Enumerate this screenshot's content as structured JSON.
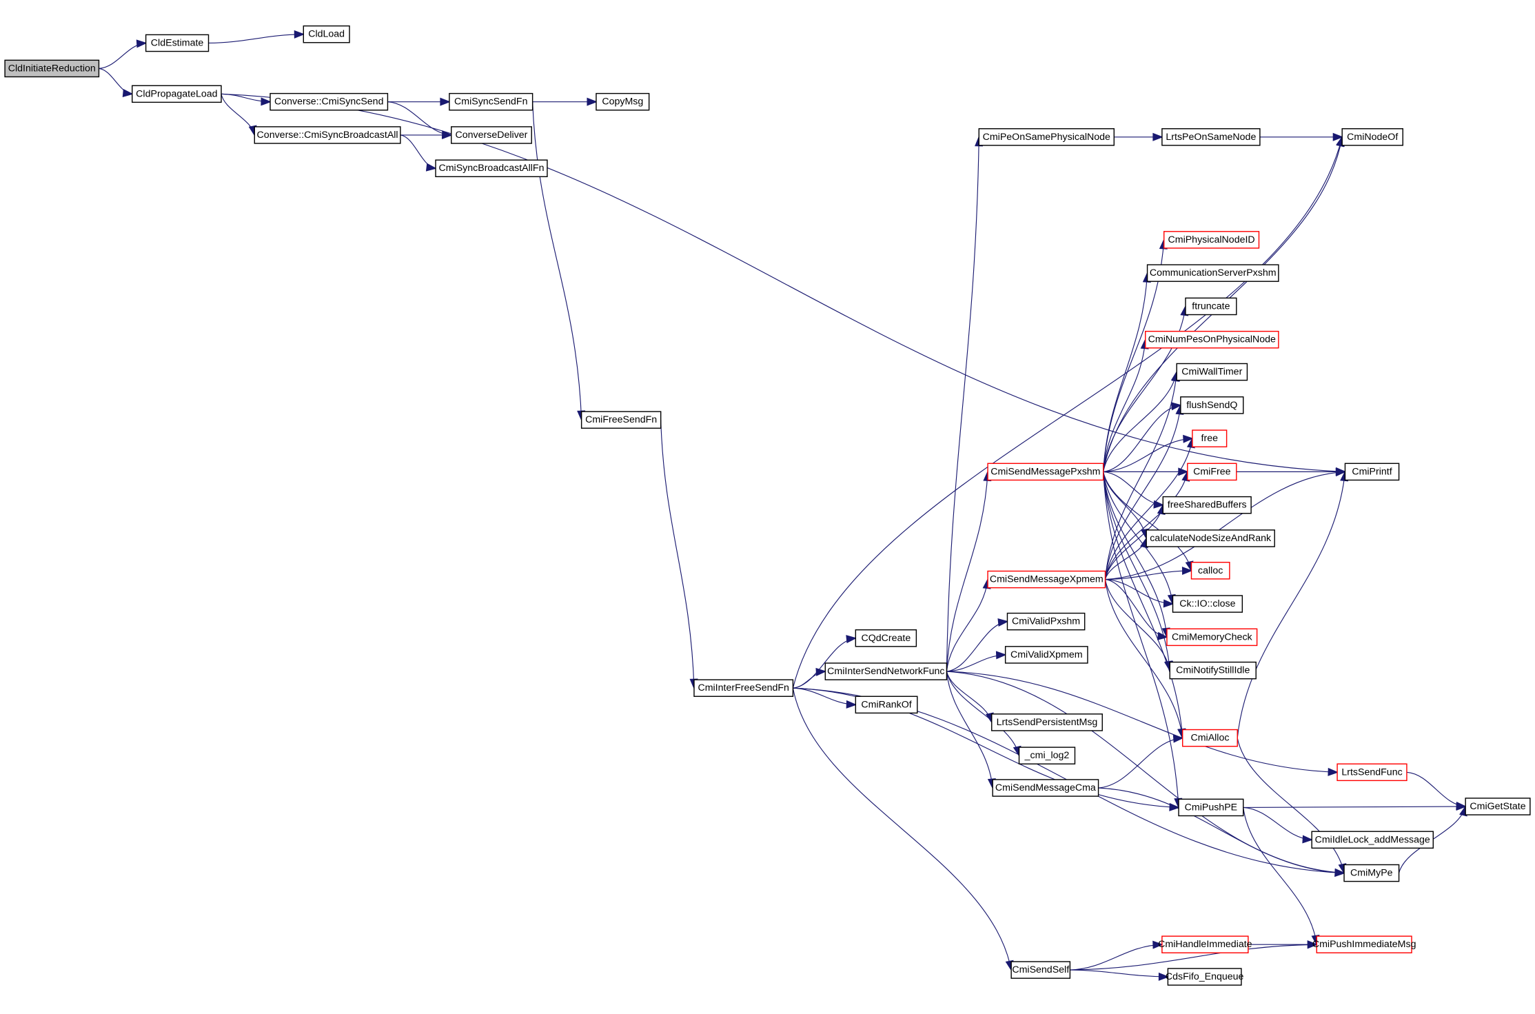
{
  "title": "Call graph for CldInitiateReduction",
  "colors": {
    "edge": "#191970",
    "node_border": "#000000",
    "truncated_border": "#ff0000",
    "root_fill": "#bfbfbf"
  },
  "nodes": [
    {
      "id": "CldInitiateReduction",
      "label": "CldInitiateReduction",
      "style": "root"
    },
    {
      "id": "CldEstimate",
      "label": "CldEstimate",
      "style": "normal"
    },
    {
      "id": "CldLoad",
      "label": "CldLoad",
      "style": "normal"
    },
    {
      "id": "CldPropagateLoad",
      "label": "CldPropagateLoad",
      "style": "normal"
    },
    {
      "id": "ConverseCmiSyncSend",
      "label": "Converse::CmiSyncSend",
      "style": "normal"
    },
    {
      "id": "CmiSyncSendFn",
      "label": "CmiSyncSendFn",
      "style": "normal"
    },
    {
      "id": "CopyMsg",
      "label": "CopyMsg",
      "style": "normal"
    },
    {
      "id": "ConverseCmiSyncBroadcastAll",
      "label": "Converse::CmiSyncBroadcastAll",
      "style": "normal"
    },
    {
      "id": "ConverseDeliver",
      "label": "ConverseDeliver",
      "style": "normal"
    },
    {
      "id": "CmiSyncBroadcastAllFn",
      "label": "CmiSyncBroadcastAllFn",
      "style": "normal"
    },
    {
      "id": "CmiFreeSendFn",
      "label": "CmiFreeSendFn",
      "style": "normal"
    },
    {
      "id": "CmiInterFreeSendFn",
      "label": "CmiInterFreeSendFn",
      "style": "normal"
    },
    {
      "id": "CQdCreate",
      "label": "CQdCreate",
      "style": "normal"
    },
    {
      "id": "CmiInterSendNetworkFunc",
      "label": "CmiInterSendNetworkFunc",
      "style": "normal"
    },
    {
      "id": "CmiRankOf",
      "label": "CmiRankOf",
      "style": "normal"
    },
    {
      "id": "CmiPeOnSamePhysicalNode",
      "label": "CmiPeOnSamePhysicalNode",
      "style": "normal"
    },
    {
      "id": "LrtsPeOnSameNode",
      "label": "LrtsPeOnSameNode",
      "style": "normal"
    },
    {
      "id": "CmiNodeOf",
      "label": "CmiNodeOf",
      "style": "normal"
    },
    {
      "id": "CmiPhysicalNodeID",
      "label": "CmiPhysicalNodeID",
      "style": "truncated"
    },
    {
      "id": "CommunicationServerPxshm",
      "label": "CommunicationServerPxshm",
      "style": "normal"
    },
    {
      "id": "ftruncate",
      "label": "ftruncate",
      "style": "normal"
    },
    {
      "id": "CmiNumPesOnPhysicalNode",
      "label": "CmiNumPesOnPhysicalNode",
      "style": "truncated"
    },
    {
      "id": "CmiWallTimer",
      "label": "CmiWallTimer",
      "style": "normal"
    },
    {
      "id": "flushSendQ",
      "label": "flushSendQ",
      "style": "normal"
    },
    {
      "id": "free",
      "label": "free",
      "style": "truncated"
    },
    {
      "id": "CmiSendMessagePxshm",
      "label": "CmiSendMessagePxshm",
      "style": "truncated"
    },
    {
      "id": "CmiFree",
      "label": "CmiFree",
      "style": "truncated"
    },
    {
      "id": "CmiPrintf",
      "label": "CmiPrintf",
      "style": "normal"
    },
    {
      "id": "freeSharedBuffers",
      "label": "freeSharedBuffers",
      "style": "normal"
    },
    {
      "id": "calculateNodeSizeAndRank",
      "label": "calculateNodeSizeAndRank",
      "style": "normal"
    },
    {
      "id": "calloc",
      "label": "calloc",
      "style": "truncated"
    },
    {
      "id": "CmiSendMessageXpmem",
      "label": "CmiSendMessageXpmem",
      "style": "truncated"
    },
    {
      "id": "CkIOclose",
      "label": "Ck::IO::close",
      "style": "normal"
    },
    {
      "id": "CmiValidPxshm",
      "label": "CmiValidPxshm",
      "style": "normal"
    },
    {
      "id": "CmiMemoryCheck",
      "label": "CmiMemoryCheck",
      "style": "truncated"
    },
    {
      "id": "CmiValidXpmem",
      "label": "CmiValidXpmem",
      "style": "normal"
    },
    {
      "id": "CmiNotifyStillIdle",
      "label": "CmiNotifyStillIdle",
      "style": "normal"
    },
    {
      "id": "LrtsSendPersistentMsg",
      "label": "LrtsSendPersistentMsg",
      "style": "normal"
    },
    {
      "id": "CmiAlloc",
      "label": "CmiAlloc",
      "style": "truncated"
    },
    {
      "id": "cmi_log2",
      "label": "_cmi_log2",
      "style": "normal"
    },
    {
      "id": "LrtsSendFunc",
      "label": "LrtsSendFunc",
      "style": "truncated"
    },
    {
      "id": "CmiSendMessageCma",
      "label": "CmiSendMessageCma",
      "style": "normal"
    },
    {
      "id": "CmiPushPE",
      "label": "CmiPushPE",
      "style": "normal"
    },
    {
      "id": "CmiGetState",
      "label": "CmiGetState",
      "style": "normal"
    },
    {
      "id": "CmiIdleLock_addMessage",
      "label": "CmiIdleLock_addMessage",
      "style": "normal"
    },
    {
      "id": "CmiMyPe",
      "label": "CmiMyPe",
      "style": "normal"
    },
    {
      "id": "CmiHandleImmediate",
      "label": "CmiHandleImmediate",
      "style": "truncated"
    },
    {
      "id": "CmiPushImmediateMsg",
      "label": "CmiPushImmediateMsg",
      "style": "truncated"
    },
    {
      "id": "CmiSendSelf",
      "label": "CmiSendSelf",
      "style": "normal"
    },
    {
      "id": "CdsFifo_Enqueue",
      "label": "CdsFifo_Enqueue",
      "style": "normal"
    }
  ],
  "edges": [
    [
      "CldInitiateReduction",
      "CldEstimate"
    ],
    [
      "CldInitiateReduction",
      "CldPropagateLoad"
    ],
    [
      "CldEstimate",
      "CldLoad"
    ],
    [
      "CldPropagateLoad",
      "ConverseCmiSyncSend"
    ],
    [
      "CldPropagateLoad",
      "ConverseCmiSyncBroadcastAll"
    ],
    [
      "CldPropagateLoad",
      "CmiPrintf"
    ],
    [
      "ConverseCmiSyncSend",
      "CmiSyncSendFn"
    ],
    [
      "ConverseCmiSyncSend",
      "ConverseDeliver"
    ],
    [
      "ConverseCmiSyncBroadcastAll",
      "ConverseDeliver"
    ],
    [
      "ConverseCmiSyncBroadcastAll",
      "CmiSyncBroadcastAllFn"
    ],
    [
      "CmiSyncSendFn",
      "CopyMsg"
    ],
    [
      "CmiSyncSendFn",
      "CmiFreeSendFn"
    ],
    [
      "CmiFreeSendFn",
      "CmiInterFreeSendFn"
    ],
    [
      "CmiInterFreeSendFn",
      "CQdCreate"
    ],
    [
      "CmiInterFreeSendFn",
      "CmiInterSendNetworkFunc"
    ],
    [
      "CmiInterFreeSendFn",
      "CmiRankOf"
    ],
    [
      "CmiInterFreeSendFn",
      "CmiNodeOf"
    ],
    [
      "CmiInterFreeSendFn",
      "CmiPushPE"
    ],
    [
      "CmiInterFreeSendFn",
      "CmiMyPe"
    ],
    [
      "CmiInterFreeSendFn",
      "CmiSendSelf"
    ],
    [
      "CmiInterSendNetworkFunc",
      "CmiPeOnSamePhysicalNode"
    ],
    [
      "CmiInterSendNetworkFunc",
      "CmiSendMessagePxshm"
    ],
    [
      "CmiInterSendNetworkFunc",
      "CmiSendMessageXpmem"
    ],
    [
      "CmiInterSendNetworkFunc",
      "CmiValidPxshm"
    ],
    [
      "CmiInterSendNetworkFunc",
      "CmiValidXpmem"
    ],
    [
      "CmiInterSendNetworkFunc",
      "LrtsSendPersistentMsg"
    ],
    [
      "CmiInterSendNetworkFunc",
      "cmi_log2"
    ],
    [
      "CmiInterSendNetworkFunc",
      "CmiSendMessageCma"
    ],
    [
      "CmiInterSendNetworkFunc",
      "LrtsSendFunc"
    ],
    [
      "CmiInterSendNetworkFunc",
      "CmiMyPe"
    ],
    [
      "CmiPeOnSamePhysicalNode",
      "LrtsPeOnSameNode"
    ],
    [
      "LrtsPeOnSameNode",
      "CmiNodeOf"
    ],
    [
      "CmiSendMessagePxshm",
      "CmiNodeOf"
    ],
    [
      "CmiSendMessagePxshm",
      "CmiPhysicalNodeID"
    ],
    [
      "CmiSendMessagePxshm",
      "CommunicationServerPxshm"
    ],
    [
      "CmiSendMessagePxshm",
      "ftruncate"
    ],
    [
      "CmiSendMessagePxshm",
      "CmiNumPesOnPhysicalNode"
    ],
    [
      "CmiSendMessagePxshm",
      "CmiWallTimer"
    ],
    [
      "CmiSendMessagePxshm",
      "flushSendQ"
    ],
    [
      "CmiSendMessagePxshm",
      "free"
    ],
    [
      "CmiSendMessagePxshm",
      "CmiFree"
    ],
    [
      "CmiSendMessagePxshm",
      "freeSharedBuffers"
    ],
    [
      "CmiSendMessagePxshm",
      "calculateNodeSizeAndRank"
    ],
    [
      "CmiSendMessagePxshm",
      "calloc"
    ],
    [
      "CmiSendMessagePxshm",
      "CkIOclose"
    ],
    [
      "CmiSendMessagePxshm",
      "CmiMemoryCheck"
    ],
    [
      "CmiSendMessagePxshm",
      "CmiNotifyStillIdle"
    ],
    [
      "CmiSendMessagePxshm",
      "CmiAlloc"
    ],
    [
      "CmiSendMessagePxshm",
      "CmiPushPE"
    ],
    [
      "CmiSendMessagePxshm",
      "CmiPrintf"
    ],
    [
      "CmiSendMessageXpmem",
      "CmiWallTimer"
    ],
    [
      "CmiSendMessageXpmem",
      "flushSendQ"
    ],
    [
      "CmiSendMessageXpmem",
      "free"
    ],
    [
      "CmiSendMessageXpmem",
      "CmiFree"
    ],
    [
      "CmiSendMessageXpmem",
      "freeSharedBuffers"
    ],
    [
      "CmiSendMessageXpmem",
      "calculateNodeSizeAndRank"
    ],
    [
      "CmiSendMessageXpmem",
      "calloc"
    ],
    [
      "CmiSendMessageXpmem",
      "CkIOclose"
    ],
    [
      "CmiSendMessageXpmem",
      "CmiMemoryCheck"
    ],
    [
      "CmiSendMessageXpmem",
      "CmiNotifyStillIdle"
    ],
    [
      "CmiSendMessageXpmem",
      "CmiAlloc"
    ],
    [
      "CmiSendMessageXpmem",
      "CmiPrintf"
    ],
    [
      "CmiFree",
      "CmiPrintf"
    ],
    [
      "CmiAlloc",
      "CmiPrintf"
    ],
    [
      "CmiAlloc",
      "CmiMyPe"
    ],
    [
      "CmiSendMessageCma",
      "CmiAlloc"
    ],
    [
      "CmiSendMessageCma",
      "CmiMyPe"
    ],
    [
      "LrtsSendFunc",
      "CmiGetState"
    ],
    [
      "CmiPushPE",
      "CmiGetState"
    ],
    [
      "CmiPushPE",
      "CmiIdleLock_addMessage"
    ],
    [
      "CmiPushPE",
      "CmiPushImmediateMsg"
    ],
    [
      "CmiMyPe",
      "CmiGetState"
    ],
    [
      "CmiSendSelf",
      "CmiHandleImmediate"
    ],
    [
      "CmiSendSelf",
      "CdsFifo_Enqueue"
    ],
    [
      "CmiSendSelf",
      "CmiPushImmediateMsg"
    ],
    [
      "CmiHandleImmediate",
      "CmiPushImmediateMsg"
    ]
  ]
}
